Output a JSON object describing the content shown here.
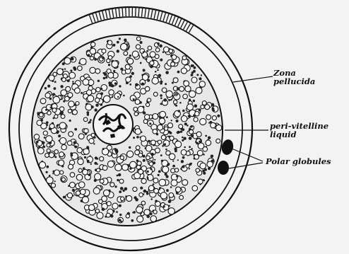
{
  "labels": {
    "zona_line1": "Zona",
    "zona_line2": "pellucida",
    "peri_line1": "peri-vitelline",
    "peri_line2": "liquid",
    "polar": "Polar globules"
  },
  "colors": {
    "ink": "#111111",
    "paper": "#f3f3f3",
    "yolk": "#e9e9e9"
  }
}
